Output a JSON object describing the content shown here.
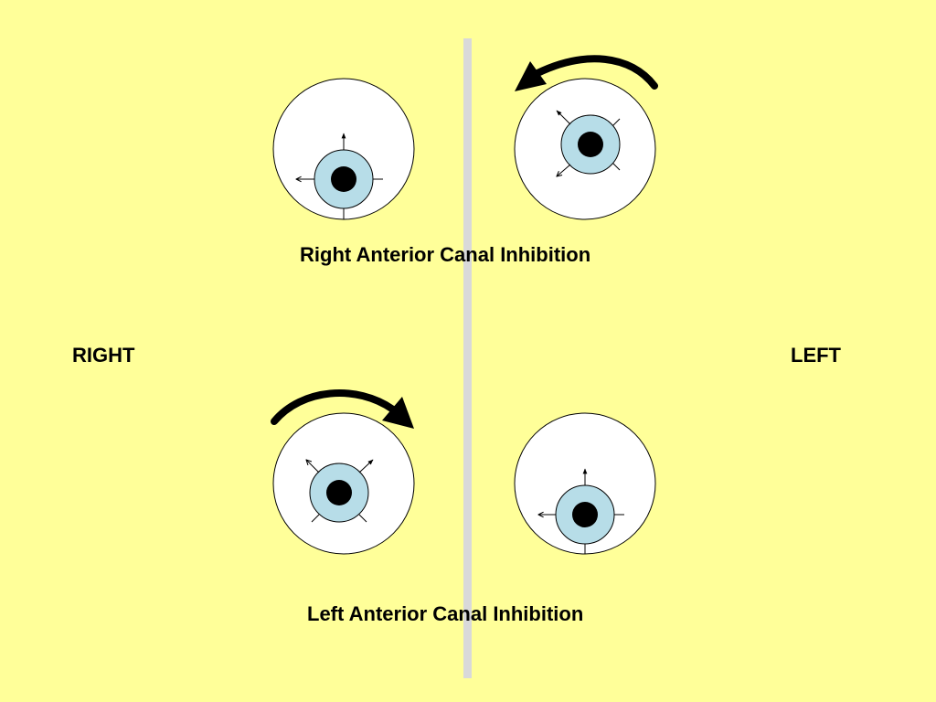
{
  "labels": {
    "top_title": "Right Anterior Canal Inhibition",
    "bottom_title": "Left Anterior Canal Inhibition",
    "side_right": "RIGHT",
    "side_left": "LEFT"
  },
  "colors": {
    "background": "#ffff99",
    "divider": "#d9d9d9",
    "sclera": "#ffffff",
    "iris": "#b7dde8",
    "pupil": "#000000",
    "outline": "#000000"
  },
  "eyes": [
    {
      "name": "eye-top-right-side",
      "gaze": "down",
      "arrows": [
        "up",
        "left"
      ]
    },
    {
      "name": "eye-top-left-side",
      "gaze": "center",
      "arrows": [
        "up-left",
        "down-left"
      ],
      "rotation_arrow": "counterclockwise"
    },
    {
      "name": "eye-bottom-right-side",
      "gaze": "center",
      "arrows": [
        "up-left",
        "up-right"
      ],
      "rotation_arrow": "clockwise"
    },
    {
      "name": "eye-bottom-left-side",
      "gaze": "down",
      "arrows": [
        "up",
        "left"
      ]
    }
  ]
}
